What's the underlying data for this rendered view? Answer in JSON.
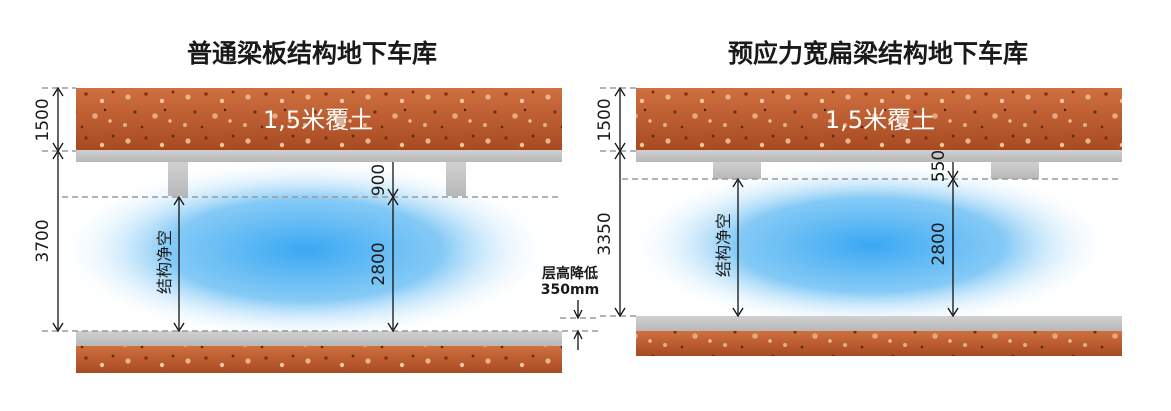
{
  "diagram": {
    "left": {
      "title": "普通梁板结构地下车库",
      "soil_label": "1,5米覆土",
      "dims": {
        "soil": "1500",
        "floor_height": "3700",
        "beam_depth": "900",
        "clear_height": "2800"
      },
      "clear_label": "结构净空"
    },
    "right": {
      "title": "预应力宽扁梁结构地下车库",
      "soil_label": "1,5米覆土",
      "dims": {
        "soil": "1500",
        "floor_height": "3350",
        "beam_depth": "550",
        "clear_height": "2800"
      },
      "clear_label": "结构净空"
    },
    "reduction_note": {
      "line1": "层高降低",
      "line2": "350mm"
    }
  },
  "colors": {
    "soil_top": "#c9683a",
    "soil_bottom": "#a84a22",
    "concrete": "#c4c4c4",
    "clear_space_glow": "#3aa8f0"
  }
}
